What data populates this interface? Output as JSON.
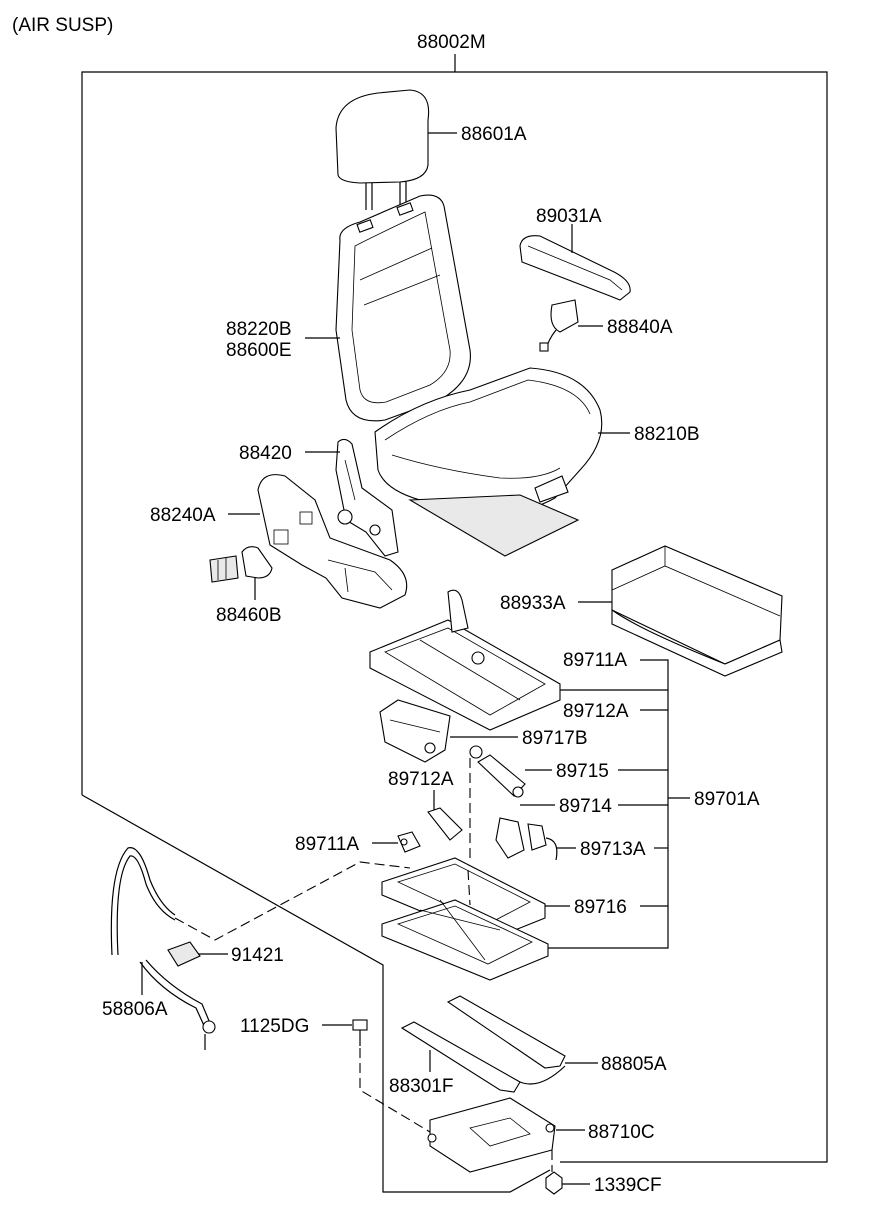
{
  "diagram": {
    "variant_note": "(AIR SUSP)",
    "assembly_label": "88002M",
    "parts": [
      {
        "id": "p88601A",
        "label": "88601A"
      },
      {
        "id": "p89031A",
        "label": "89031A"
      },
      {
        "id": "p88220B",
        "label": "88220B"
      },
      {
        "id": "p88600E",
        "label": "88600E"
      },
      {
        "id": "p88840A",
        "label": "88840A"
      },
      {
        "id": "p88210B",
        "label": "88210B"
      },
      {
        "id": "p88420",
        "label": "88420"
      },
      {
        "id": "p88240A",
        "label": "88240A"
      },
      {
        "id": "p88460B",
        "label": "88460B"
      },
      {
        "id": "p88933A",
        "label": "88933A"
      },
      {
        "id": "p89711A_a",
        "label": "89711A"
      },
      {
        "id": "p89712A_a",
        "label": "89712A"
      },
      {
        "id": "p89717B",
        "label": "89717B"
      },
      {
        "id": "p89715",
        "label": "89715"
      },
      {
        "id": "p89712A_b",
        "label": "89712A"
      },
      {
        "id": "p89714",
        "label": "89714"
      },
      {
        "id": "p89701A",
        "label": "89701A"
      },
      {
        "id": "p89711A_b",
        "label": "89711A"
      },
      {
        "id": "p89713A",
        "label": "89713A"
      },
      {
        "id": "p89716",
        "label": "89716"
      },
      {
        "id": "p91421",
        "label": "91421"
      },
      {
        "id": "p58806A",
        "label": "58806A"
      },
      {
        "id": "p1125DG",
        "label": "1125DG"
      },
      {
        "id": "p88805A",
        "label": "88805A"
      },
      {
        "id": "p88301F",
        "label": "88301F"
      },
      {
        "id": "p88710C",
        "label": "88710C"
      },
      {
        "id": "p1339CF",
        "label": "1339CF"
      }
    ]
  }
}
